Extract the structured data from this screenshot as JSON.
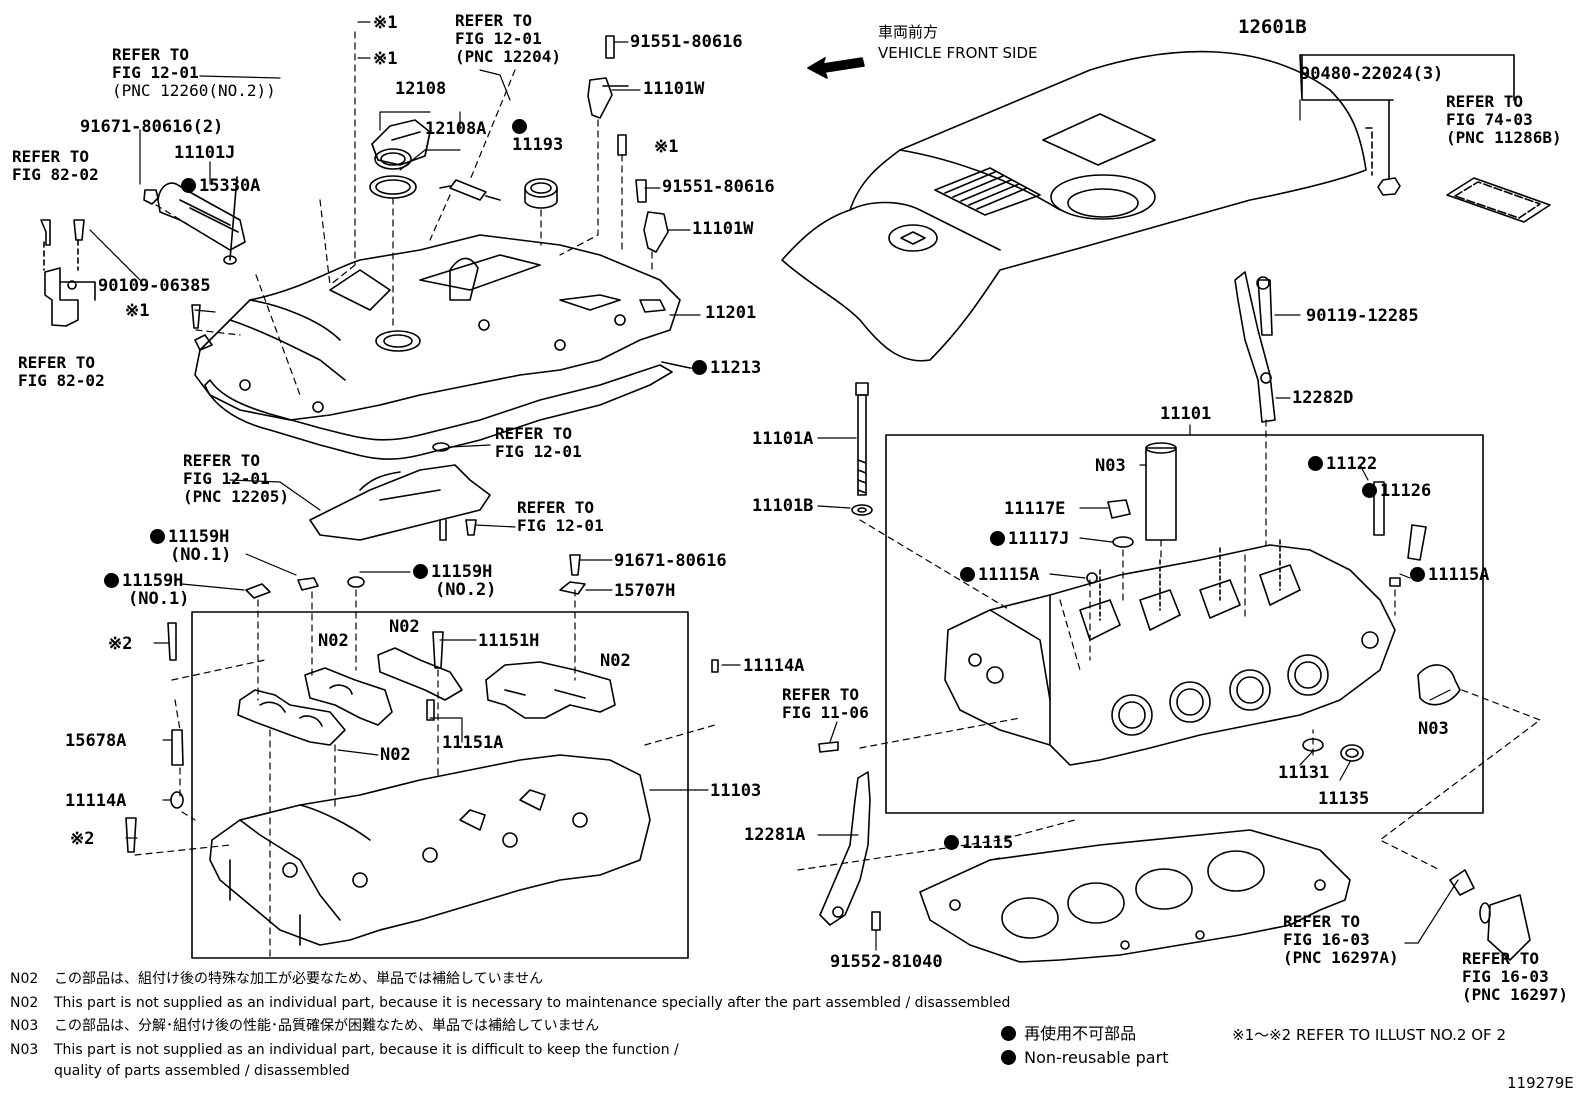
{
  "front_direction": {
    "jp": "車両前方",
    "en": "VEHICLE FRONT SIDE"
  },
  "callouts": [
    {
      "id": "c1",
      "lines": [
        "REFER TO",
        "FIG 12-01",
        "(PNC 12260(NO.2))"
      ]
    },
    {
      "id": "c2",
      "text": "91671-80616(2)"
    },
    {
      "id": "c3",
      "text": "11101J"
    },
    {
      "id": "c4",
      "text": "15330A",
      "mark": true
    },
    {
      "id": "c5",
      "lines": [
        "REFER TO",
        "FIG 82-02"
      ]
    },
    {
      "id": "c6",
      "text": "90109-06385"
    },
    {
      "id": "c7",
      "text": "※1"
    },
    {
      "id": "c8",
      "lines": [
        "REFER TO",
        "FIG 82-02"
      ]
    },
    {
      "id": "c9",
      "text": "※1"
    },
    {
      "id": "c10",
      "text": "※1"
    },
    {
      "id": "c11",
      "text": "12108"
    },
    {
      "id": "c12",
      "text": "12108A"
    },
    {
      "id": "c13",
      "lines": [
        "REFER TO",
        "FIG 12-01",
        "(PNC 12204)"
      ]
    },
    {
      "id": "c14",
      "text": "11193",
      "mark": true
    },
    {
      "id": "c15",
      "text": "91551-80616"
    },
    {
      "id": "c16",
      "text": "11101W"
    },
    {
      "id": "c17",
      "text": "※1"
    },
    {
      "id": "c18",
      "text": "91551-80616"
    },
    {
      "id": "c19",
      "text": "11101W"
    },
    {
      "id": "c20",
      "text": "11201"
    },
    {
      "id": "c21",
      "text": "11213",
      "mark": true
    },
    {
      "id": "c22",
      "lines": [
        "REFER TO",
        "FIG 12-01"
      ]
    },
    {
      "id": "c23",
      "lines": [
        "REFER TO",
        "FIG 12-01",
        "(PNC 12205)"
      ]
    },
    {
      "id": "c24",
      "lines": [
        "REFER TO",
        "FIG 12-01"
      ]
    },
    {
      "id": "c25",
      "text": "11159H",
      "mark": true,
      "sub": "(NO.1)"
    },
    {
      "id": "c26",
      "text": "11159H",
      "mark": true,
      "sub": "(NO.1)"
    },
    {
      "id": "c27",
      "text": "11159H",
      "mark": true,
      "sub": "(NO.2)"
    },
    {
      "id": "c28",
      "text": "91671-80616"
    },
    {
      "id": "c29",
      "text": "15707H"
    },
    {
      "id": "c30",
      "text": "※2"
    },
    {
      "id": "c31",
      "text": "N02"
    },
    {
      "id": "c32",
      "text": "N02"
    },
    {
      "id": "c33",
      "text": "11151H"
    },
    {
      "id": "c34",
      "text": "N02"
    },
    {
      "id": "c35",
      "text": "11114A"
    },
    {
      "id": "c36",
      "text": "15678A"
    },
    {
      "id": "c37",
      "text": "N02"
    },
    {
      "id": "c38",
      "text": "11151A"
    },
    {
      "id": "c39",
      "text": "11103"
    },
    {
      "id": "c40",
      "text": "11114A"
    },
    {
      "id": "c41",
      "text": "※2"
    },
    {
      "id": "c42",
      "text": "12601B"
    },
    {
      "id": "c43",
      "text": "90480-22024(3)"
    },
    {
      "id": "c44",
      "lines": [
        "REFER TO",
        "FIG 74-03",
        "(PNC 11286B)"
      ]
    },
    {
      "id": "c45",
      "text": "90119-12285"
    },
    {
      "id": "c46",
      "text": "12282D"
    },
    {
      "id": "c47",
      "text": "11101"
    },
    {
      "id": "c48",
      "text": "11101A"
    },
    {
      "id": "c49",
      "text": "N03"
    },
    {
      "id": "c50",
      "text": "11122",
      "mark": true
    },
    {
      "id": "c51",
      "text": "11126",
      "mark": true
    },
    {
      "id": "c52",
      "text": "11101B"
    },
    {
      "id": "c53",
      "text": "11117E"
    },
    {
      "id": "c54",
      "text": "11117J",
      "mark": true
    },
    {
      "id": "c55",
      "text": "11115A",
      "mark": true
    },
    {
      "id": "c56",
      "text": "11115A",
      "mark": true
    },
    {
      "id": "c57",
      "lines": [
        "REFER TO",
        "FIG 11-06"
      ]
    },
    {
      "id": "c58",
      "text": "N03"
    },
    {
      "id": "c59",
      "text": "11131"
    },
    {
      "id": "c60",
      "text": "11135"
    },
    {
      "id": "c61",
      "text": "12281A"
    },
    {
      "id": "c62",
      "text": "11115",
      "mark": true
    },
    {
      "id": "c63",
      "lines": [
        "REFER TO",
        "FIG 16-03",
        "(PNC 16297A)"
      ]
    },
    {
      "id": "c64",
      "text": "91552-81040"
    },
    {
      "id": "c65",
      "lines": [
        "REFER TO",
        "FIG 16-03",
        "(PNC 16297)"
      ]
    }
  ],
  "notes": [
    {
      "code": "N02",
      "text": "この部品は、組付け後の特殊な加工が必要なため、単品では補給していません"
    },
    {
      "code": "N02",
      "text": "This part is not supplied as an individual part, because it is necessary to maintenance specially after the part assembled / disassembled"
    },
    {
      "code": "N03",
      "text": "この部品は、分解･組付け後の性能･品質確保が困難なため、単品では補給していません"
    },
    {
      "code": "N03",
      "text": "This part is not supplied as an individual part, because it is difficult to keep the function /"
    },
    {
      "code": "",
      "text": "quality of parts  assembled / disassembled"
    }
  ],
  "legend": {
    "jp": "再使用不可部品",
    "en": "Non-reusable part"
  },
  "illustration_ref": "※1～※2  REFER TO ILLUST NO.2 OF 2",
  "illustration_number": "119279E"
}
